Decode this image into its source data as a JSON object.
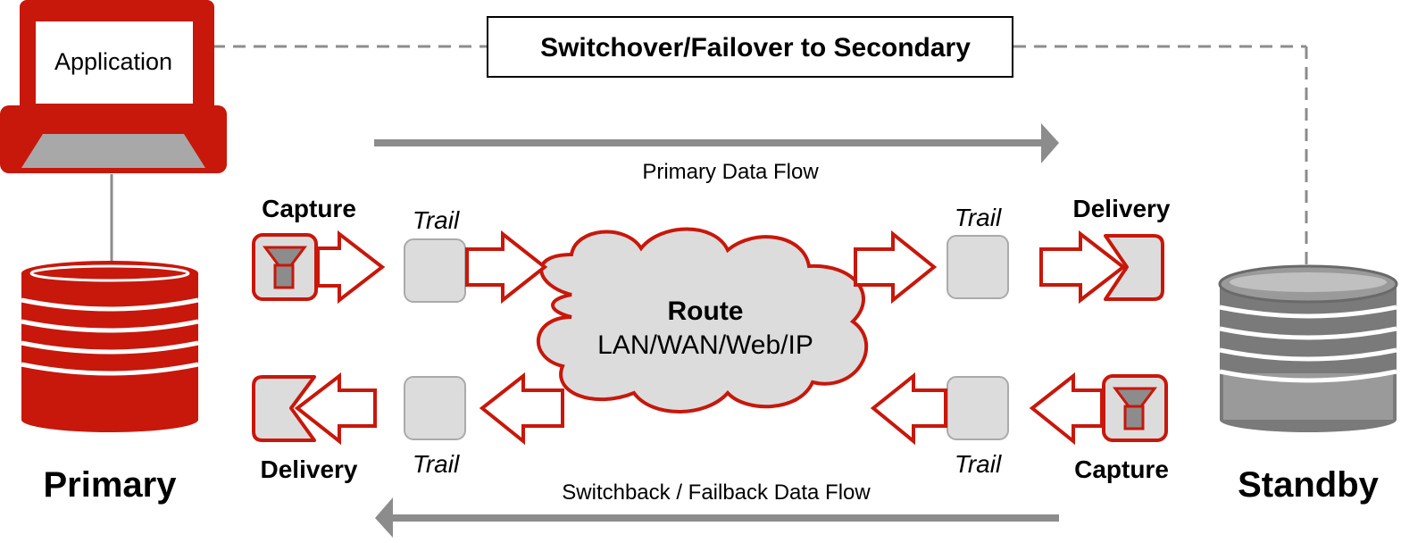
{
  "application_label": "Application",
  "switchover_label": "Switchover/Failover to Secondary",
  "primary_flow_label": "Primary Data Flow",
  "switchback_flow_label": "Switchback / Failback Data Flow",
  "primary_label": "Primary",
  "standby_label": "Standby",
  "route": {
    "title": "Route",
    "subtitle": "LAN/WAN/Web/IP"
  },
  "primary_side": {
    "capture_label": "Capture",
    "delivery_label": "Delivery",
    "trail_top_label": "Trail",
    "trail_bottom_label": "Trail"
  },
  "standby_side": {
    "capture_label": "Capture",
    "delivery_label": "Delivery",
    "trail_top_label": "Trail",
    "trail_bottom_label": "Trail"
  },
  "colors": {
    "red": "#C8170B",
    "dark_red": "#9E1208",
    "gray": "#8C8C8C",
    "light_gray": "#DCDCDC",
    "standby_gray": "#7A7A7A"
  }
}
